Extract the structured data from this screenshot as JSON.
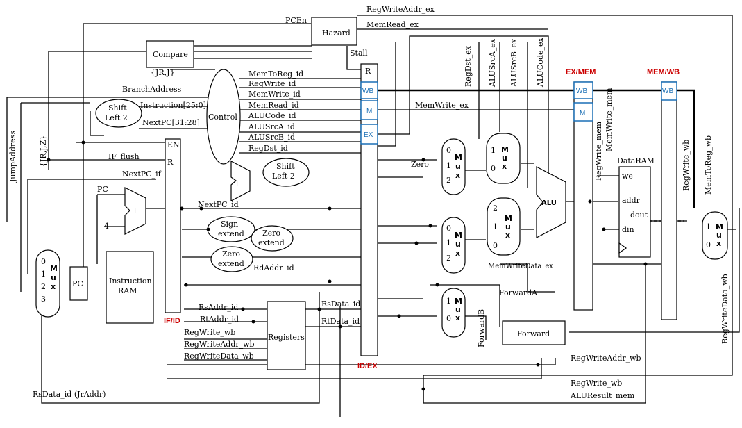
{
  "colors": {
    "wire": "#000000",
    "stage_label": "#cc0000",
    "field_label": "#1a6fb5",
    "background": "#ffffff"
  },
  "blocks": {
    "hazard": "Hazard",
    "compare": "Compare",
    "control": "Control",
    "shift_left2_a": [
      "Shift",
      "Left 2"
    ],
    "shift_left2_b": [
      "Shift",
      "Left 2"
    ],
    "sign_extend": [
      "Sign",
      "extend"
    ],
    "zero_extend_a": [
      "Zero",
      "extend"
    ],
    "zero_extend_b": [
      "Zero",
      "extend"
    ],
    "pc": "PC",
    "instruction_ram": [
      "Instruction",
      "RAM"
    ],
    "registers": "Registers",
    "alu": "ALU",
    "forward": "Forward",
    "data_ram": "DataRAM",
    "mux_text": [
      "M",
      "u",
      "x"
    ]
  },
  "pipeline_regs": {
    "if_id": "IF/ID",
    "id_ex": "ID/EX",
    "ex_mem": "EX/MEM",
    "mem_wb": "MEM/WB"
  },
  "reg_fields": {
    "idex": [
      "R",
      "WB",
      "M",
      "EX"
    ],
    "exmem": [
      "WB",
      "M"
    ],
    "memwb": [
      "WB"
    ],
    "ifid_en": "EN",
    "ifid_r": "R"
  },
  "mux_inputs": {
    "pc_mux": [
      "0",
      "1",
      "2",
      "3"
    ],
    "mux_a": [
      "0",
      "1",
      "2"
    ],
    "mux_b": [
      "0",
      "1",
      "2"
    ],
    "mux_c": [
      "1",
      "0"
    ],
    "mux_d": [
      "1",
      "0"
    ],
    "mux_e": [
      "2",
      "1",
      "0"
    ],
    "mux_wb": [
      "1",
      "0"
    ]
  },
  "data_ram_ports": {
    "we": "we",
    "addr": "addr",
    "dout": "dout",
    "din": "din"
  },
  "signals": {
    "pcen": "PCEn",
    "reg_write_addr_ex": "RegWriteAddr_ex",
    "mem_read_ex": "MemRead_ex",
    "stall": "Stall",
    "jr_j": "{JR,J}",
    "branch_address": "BranchAddress",
    "instruction_25_0": "Instruction[25:0]",
    "next_pc_31_28": "NextPC[31:28]",
    "if_flush": "IF_flush",
    "next_pc_if": "NextPC_if",
    "pc": "PC",
    "four": "4",
    "next_pc_id": "NextPC_id",
    "jump_address": "JumpAddress",
    "jr_j_z": "{JR,J,Z}",
    "mem_to_reg_id": "MemToReg_id",
    "reg_write_id": "RegWrite_id",
    "mem_write_id": "MemWrite_id",
    "mem_read_id": "MemRead_id",
    "alu_code_id": "ALUCode_id",
    "alu_src_a_id": "ALUSrcA_id",
    "alu_src_b_id": "ALUSrcB_id",
    "reg_dst_id": "RegDst_id",
    "reg_dst_ex": "RegDst_ex",
    "alu_src_a_ex": "ALUSrcA_ex",
    "alu_src_b_ex": "ALUSrcB_ex",
    "alu_code_ex": "ALUCode_ex",
    "mem_write_ex": "MemWrite_ex",
    "zero": "Zero",
    "rd_addr_id": "RdAddr_id",
    "rs_addr_id": "RsAddr_id",
    "rt_addr_id": "RtAddr_id",
    "rs_data_id": "RsData_id",
    "rt_data_id": "RtData_id",
    "reg_write_wb_in": "RegWrite_wb",
    "reg_write_addr_wb_in": "RegWriteAddr_wb",
    "reg_write_data_wb_in": "RegWriteData_wb",
    "mem_write_data_ex": "MemWriteData_ex",
    "forward_a": "ForwardA",
    "forward_b": "ForwardB",
    "reg_write_mem": "RegWrite_mem",
    "mem_write_mem": "MemWrite_mem",
    "reg_write_wb_v": "RegWrite_wb",
    "mem_to_reg_wb": "MemToReg_wb",
    "reg_write_data_wb_v": "RegWriteData_wb",
    "reg_write_addr_wb_bottom": "RegWriteAddr_wb",
    "reg_write_wb_bottom": "RegWrite_wb",
    "alu_result_mem": "ALUResult_mem",
    "rs_data_jraddr": "RsData_id (JrAddr)"
  }
}
